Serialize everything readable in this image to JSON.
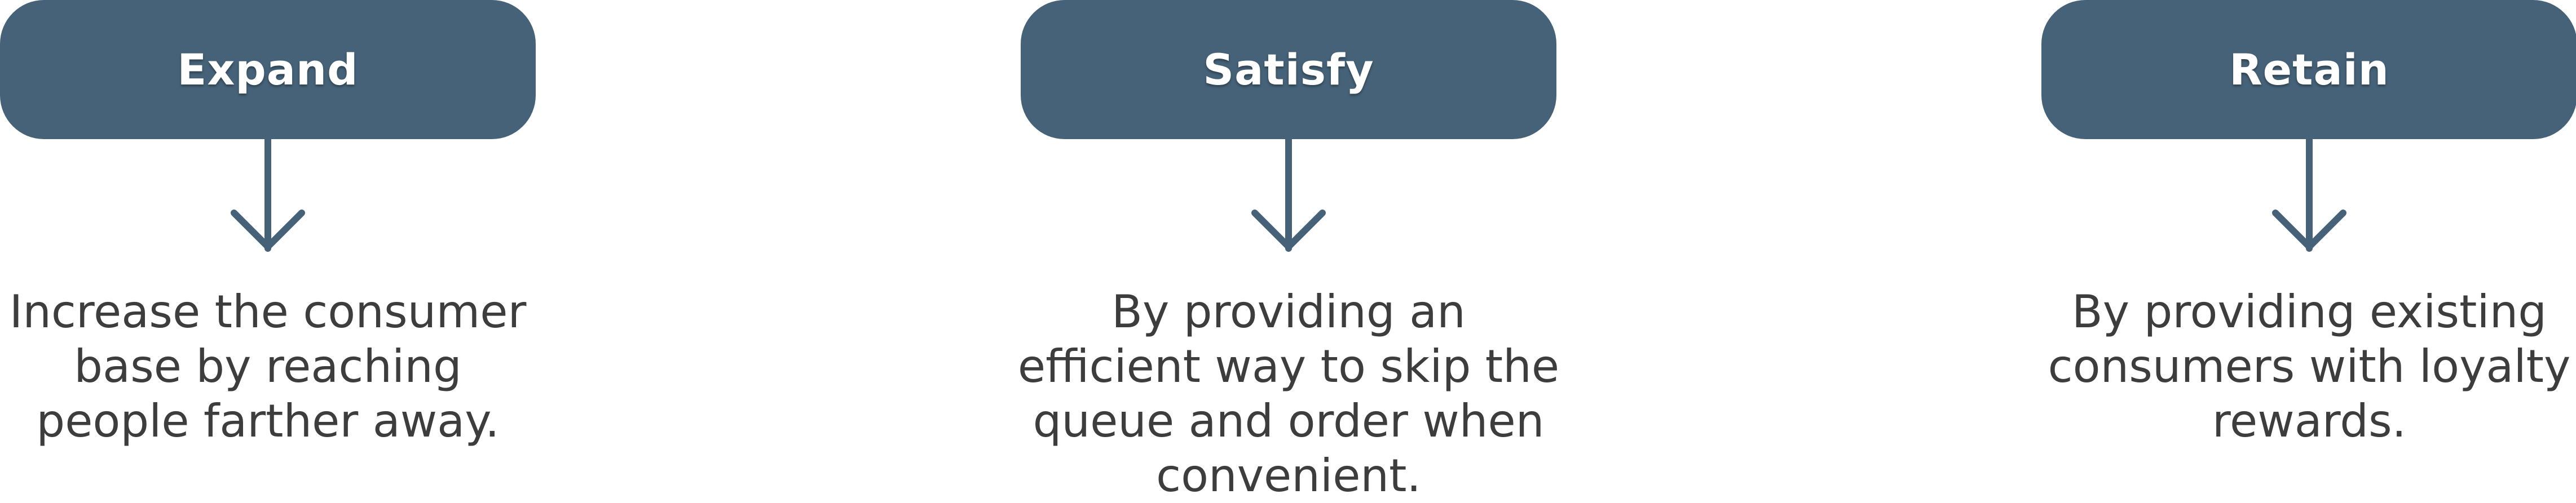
{
  "colors": {
    "pill_fill": "#456278",
    "pill_text": "#ffffff",
    "arrow": "#456278",
    "body_text": "#3d3d3d",
    "background": "#ffffff"
  },
  "steps": [
    {
      "title": "Expand",
      "description": "Increase the consumer\nbase by reaching\npeople farther away."
    },
    {
      "title": "Satisfy",
      "description": "By providing an\nefficient way to skip the\nqueue and order when\nconvenient."
    },
    {
      "title": "Retain",
      "description": "By providing existing\nconsumers with loyalty\nrewards."
    }
  ]
}
